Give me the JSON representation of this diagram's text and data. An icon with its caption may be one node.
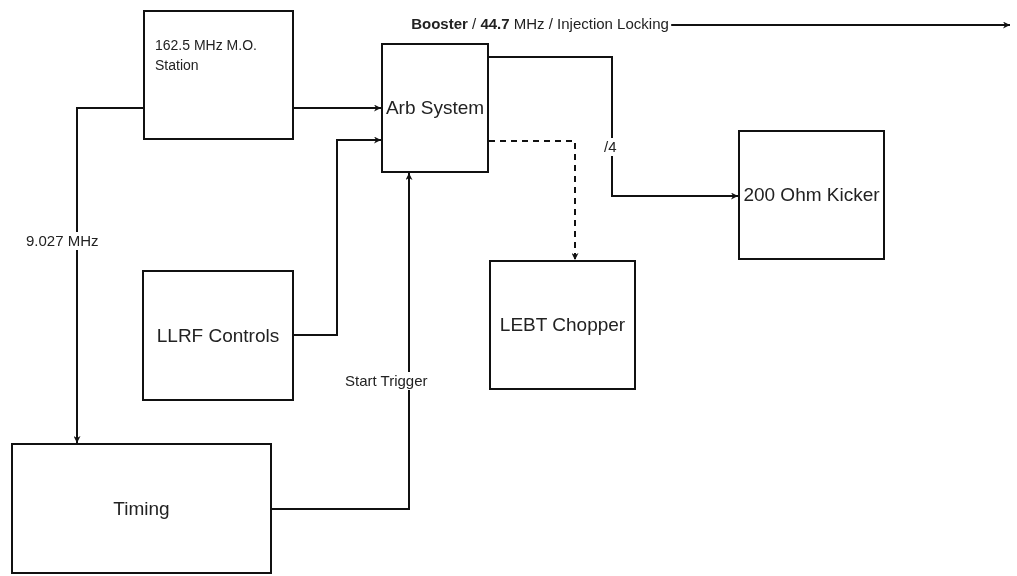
{
  "diagram": {
    "nodes": [
      {
        "text": [
          "162.5 MHz M.O. Station"
        ]
      },
      {
        "text": [
          "Arb System"
        ]
      },
      {
        "text": [
          "200 Ohm Kicker"
        ]
      },
      {
        "text": [
          "LLRF Controls"
        ]
      },
      {
        "text": [
          "LEBT Chopper"
        ]
      },
      {
        "text": [
          "Timing"
        ]
      }
    ],
    "edges": [
      {
        "from": 0,
        "to": 1,
        "arrow": "to"
      },
      {
        "from": 3,
        "to": 1,
        "arrow": "to"
      },
      {
        "from": 5,
        "to": 1,
        "arrow": "to",
        "label": "Start Trigger"
      },
      {
        "from": 0,
        "to": 5,
        "arrow": "to",
        "label": "9.027 MHz"
      },
      {
        "from": 1,
        "to": null,
        "arrow": "to",
        "label": "**Booster** / **44.7** MHz / Injection Locking"
      },
      {
        "from": 1,
        "to": 2,
        "arrow": "to",
        "label": "/4"
      },
      {
        "from": 1,
        "to": 4,
        "arrow": "to",
        "style": "dashed"
      }
    ]
  }
}
